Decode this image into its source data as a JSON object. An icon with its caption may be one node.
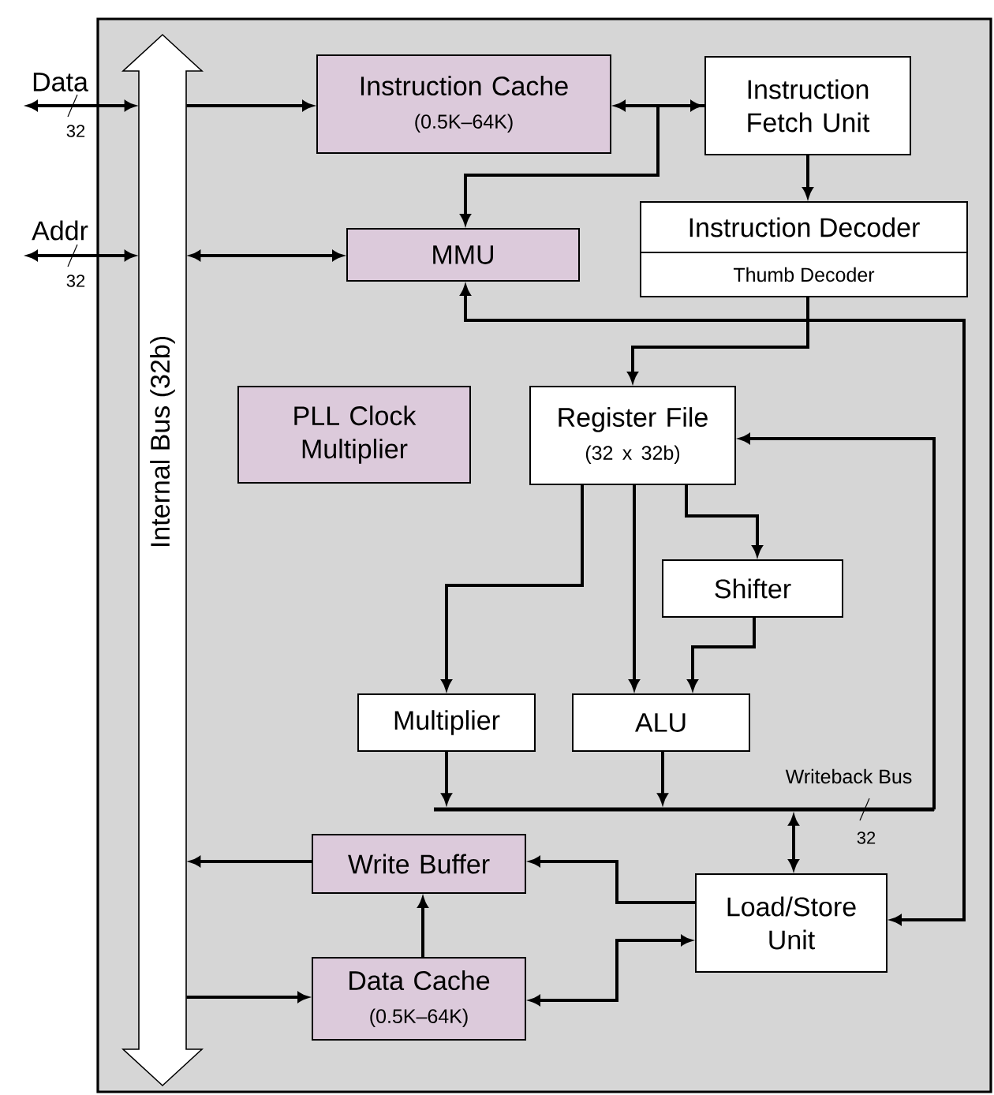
{
  "diagram": {
    "nodes": [
      {
        "text": [],
        "shape": "box"
      },
      {
        "text": [
          "Internal Bus (32b)"
        ],
        "in": 0
      },
      {
        "text": [
          "Instruction Cache",
          "(0.5K–64K)"
        ],
        "in": 0
      },
      {
        "text": [
          "Instruction Fetch Unit"
        ],
        "in": 0
      },
      {
        "text": [
          "Instruction Decoder",
          "Thumb Decoder"
        ],
        "in": 0
      },
      {
        "text": [
          "MMU"
        ],
        "in": 0
      },
      {
        "text": [
          "PLL Clock Multiplier"
        ],
        "in": 0
      },
      {
        "text": [
          "Register File",
          "(32 x 32b)"
        ],
        "in": 0
      },
      {
        "text": [
          "Shifter"
        ],
        "in": 0
      },
      {
        "text": [
          "Multiplier"
        ],
        "in": 0
      },
      {
        "text": [
          "ALU"
        ],
        "in": 0
      },
      {
        "text": [
          "Write Buffer"
        ],
        "in": 0
      },
      {
        "text": [
          "Load/Store Unit"
        ],
        "in": 0
      },
      {
        "text": [
          "Data Cache",
          "(0.5K–64K)"
        ],
        "in": 0
      },
      {
        "text": [
          "Writeback Bus"
        ],
        "beside": [
          "32"
        ],
        "in": 0
      }
    ],
    "edges": [
      {
        "from": null,
        "to": 1,
        "arrow": "both",
        "label": "Data"
      },
      {
        "from": null,
        "to": 1,
        "arrow": "both",
        "label": "Addr"
      },
      {
        "from": 1,
        "to": 2,
        "arrow": "to"
      },
      {
        "from": 1,
        "to": 5,
        "arrow": "both"
      },
      {
        "from": 2,
        "to": 3,
        "arrow": "both"
      },
      {
        "from": 3,
        "to": 5,
        "arrow": "to"
      },
      {
        "from": 3,
        "to": 4,
        "arrow": "to"
      },
      {
        "from": 4,
        "to": 7,
        "arrow": "to"
      },
      {
        "from": 5,
        "to": 12,
        "arrow": "both"
      },
      {
        "from": 7,
        "to": 9,
        "arrow": "to"
      },
      {
        "from": 7,
        "to": 10,
        "arrow": "to"
      },
      {
        "from": 7,
        "to": 8,
        "arrow": "to"
      },
      {
        "from": 8,
        "to": 10,
        "arrow": "to"
      },
      {
        "from": 9,
        "to": 14,
        "arrow": "to"
      },
      {
        "from": 10,
        "to": 14,
        "arrow": "to"
      },
      {
        "from": 14,
        "to": 7,
        "arrow": "to"
      },
      {
        "from": 14,
        "to": 12,
        "arrow": "both"
      },
      {
        "from": 12,
        "to": 11,
        "arrow": "to"
      },
      {
        "from": 12,
        "to": 13,
        "arrow": "both"
      },
      {
        "from": 13,
        "to": 11,
        "arrow": "to"
      },
      {
        "from": 11,
        "to": 1,
        "arrow": "to"
      },
      {
        "from": 1,
        "to": 13,
        "arrow": "to"
      }
    ],
    "labels": [
      "32",
      "32"
    ]
  }
}
